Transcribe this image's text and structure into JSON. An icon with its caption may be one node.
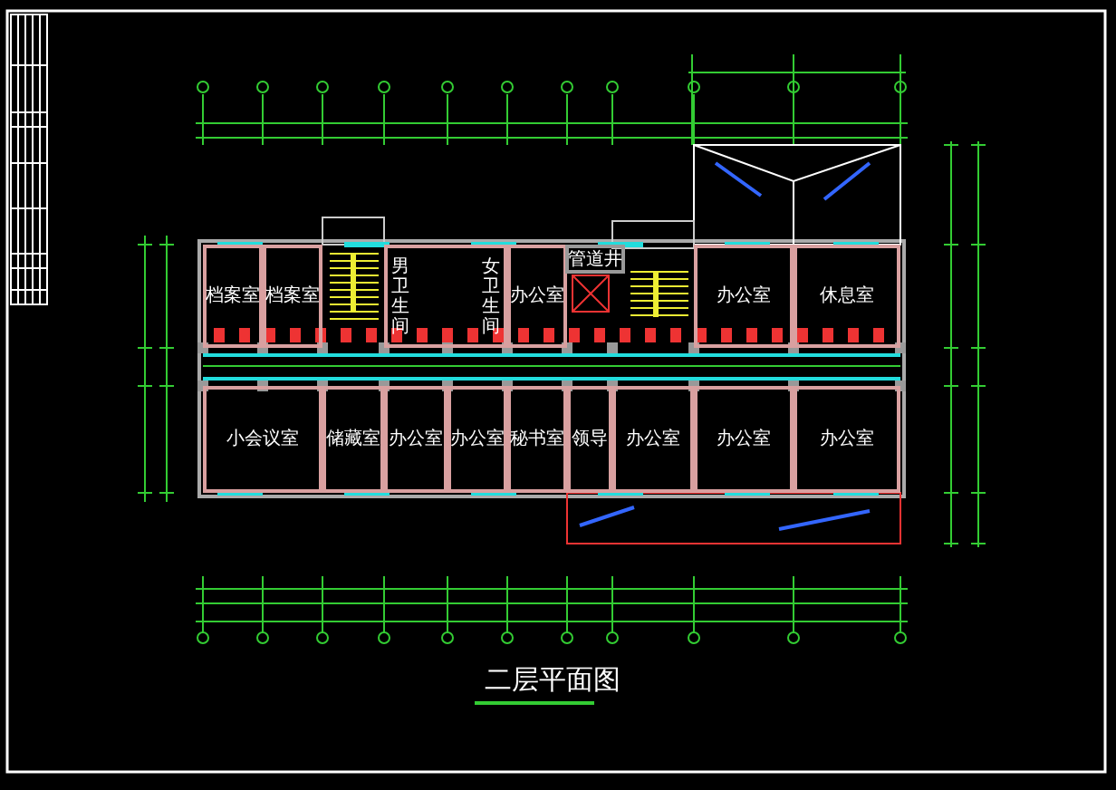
{
  "diagram": {
    "title": "二层平面图",
    "nodes": [
      {
        "text": [
          "档案室"
        ]
      },
      {
        "text": [
          "档案室"
        ]
      },
      {
        "text": [
          "男卫生间",
          "女卫生间"
        ]
      },
      {
        "text": [
          "办公室"
        ]
      },
      {
        "text": [
          "管道井"
        ]
      },
      {
        "text": [
          "办公室"
        ]
      },
      {
        "text": [
          "休息室"
        ]
      },
      {
        "text": [
          "小会议室"
        ]
      },
      {
        "text": [
          "储藏室"
        ]
      },
      {
        "text": [
          "办公室"
        ]
      },
      {
        "text": [
          "办公室"
        ]
      },
      {
        "text": [
          "秘书室"
        ]
      },
      {
        "text": [
          "领导"
        ]
      },
      {
        "text": [
          "办公室"
        ]
      },
      {
        "text": [
          "办公室"
        ]
      },
      {
        "text": [
          "办公室"
        ]
      }
    ]
  }
}
